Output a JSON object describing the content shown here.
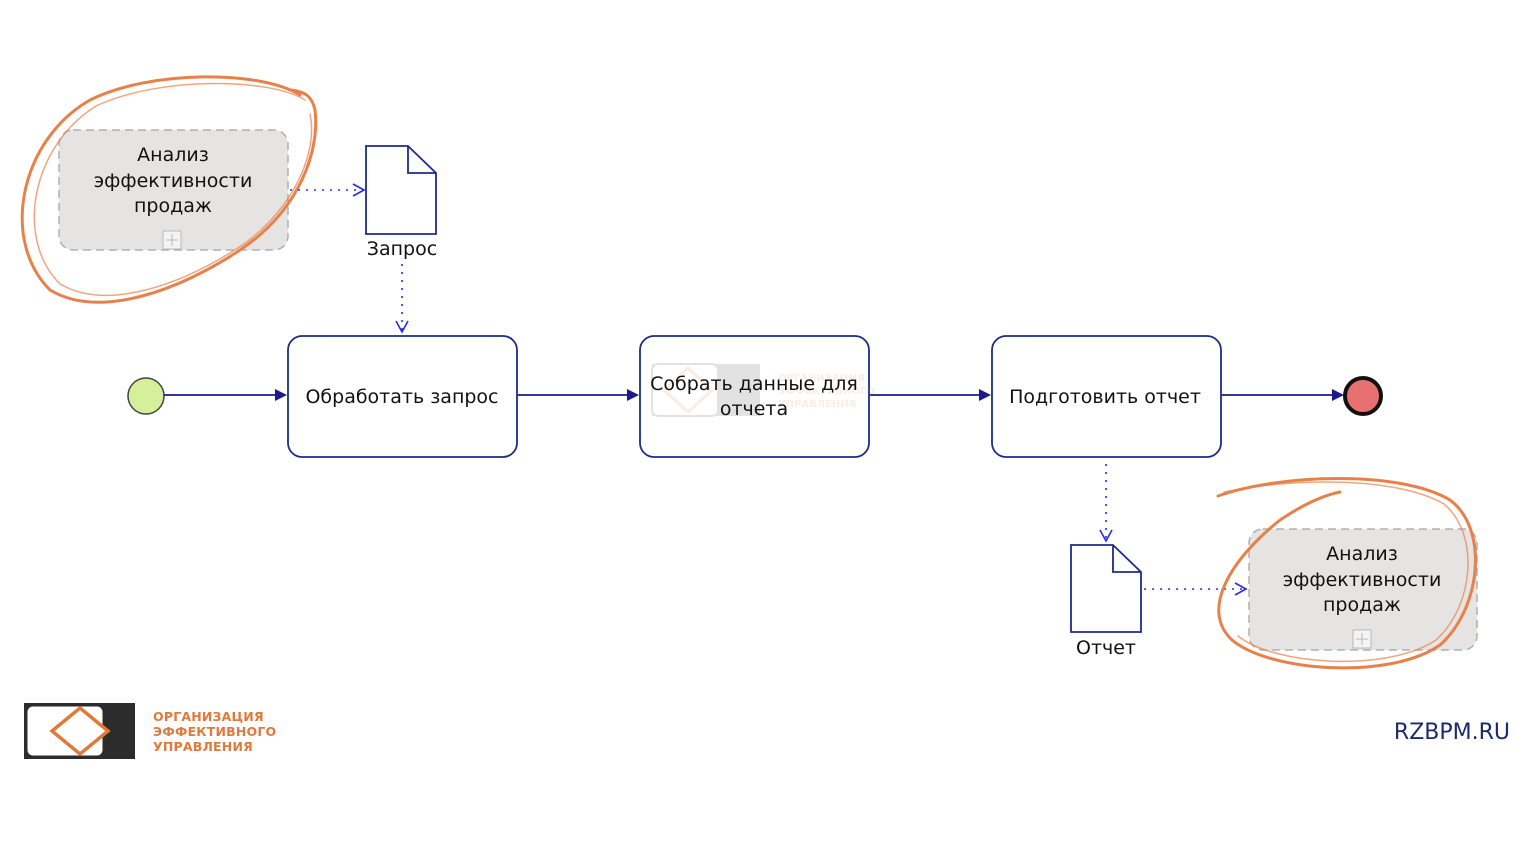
{
  "diagram": {
    "subprocess_top": {
      "lines": [
        "Анализ",
        "эффективности",
        "продаж"
      ]
    },
    "doc_request": {
      "label": "Запрос"
    },
    "task_process": {
      "label": "Обработать запрос"
    },
    "task_collect": {
      "lines": [
        "Собрать данные для",
        "отчета"
      ]
    },
    "task_prepare": {
      "label": "Подготовить отчет"
    },
    "doc_report": {
      "label": "Отчет"
    },
    "subprocess_bottom": {
      "lines": [
        "Анализ",
        "эффективности",
        "продаж"
      ]
    }
  },
  "branding": {
    "logo_lines": [
      "ОРГАНИЗАЦИЯ",
      "ЭФФЕКТИВНОГО",
      "УПРАВЛЕНИЯ"
    ],
    "site": "RZBPM.RU"
  },
  "colors": {
    "task_border": "#1f2a8c",
    "flow": "#1a1a8a",
    "association": "#2a2ae0",
    "subprocess_fill": "#e6e4e2",
    "subprocess_border": "#b0b0b0",
    "start_fill": "#d4f09a",
    "end_fill": "#e87070",
    "highlight": "#e8804a",
    "logo_orange": "#e07a3a",
    "logo_dark": "#2c2c2c"
  }
}
